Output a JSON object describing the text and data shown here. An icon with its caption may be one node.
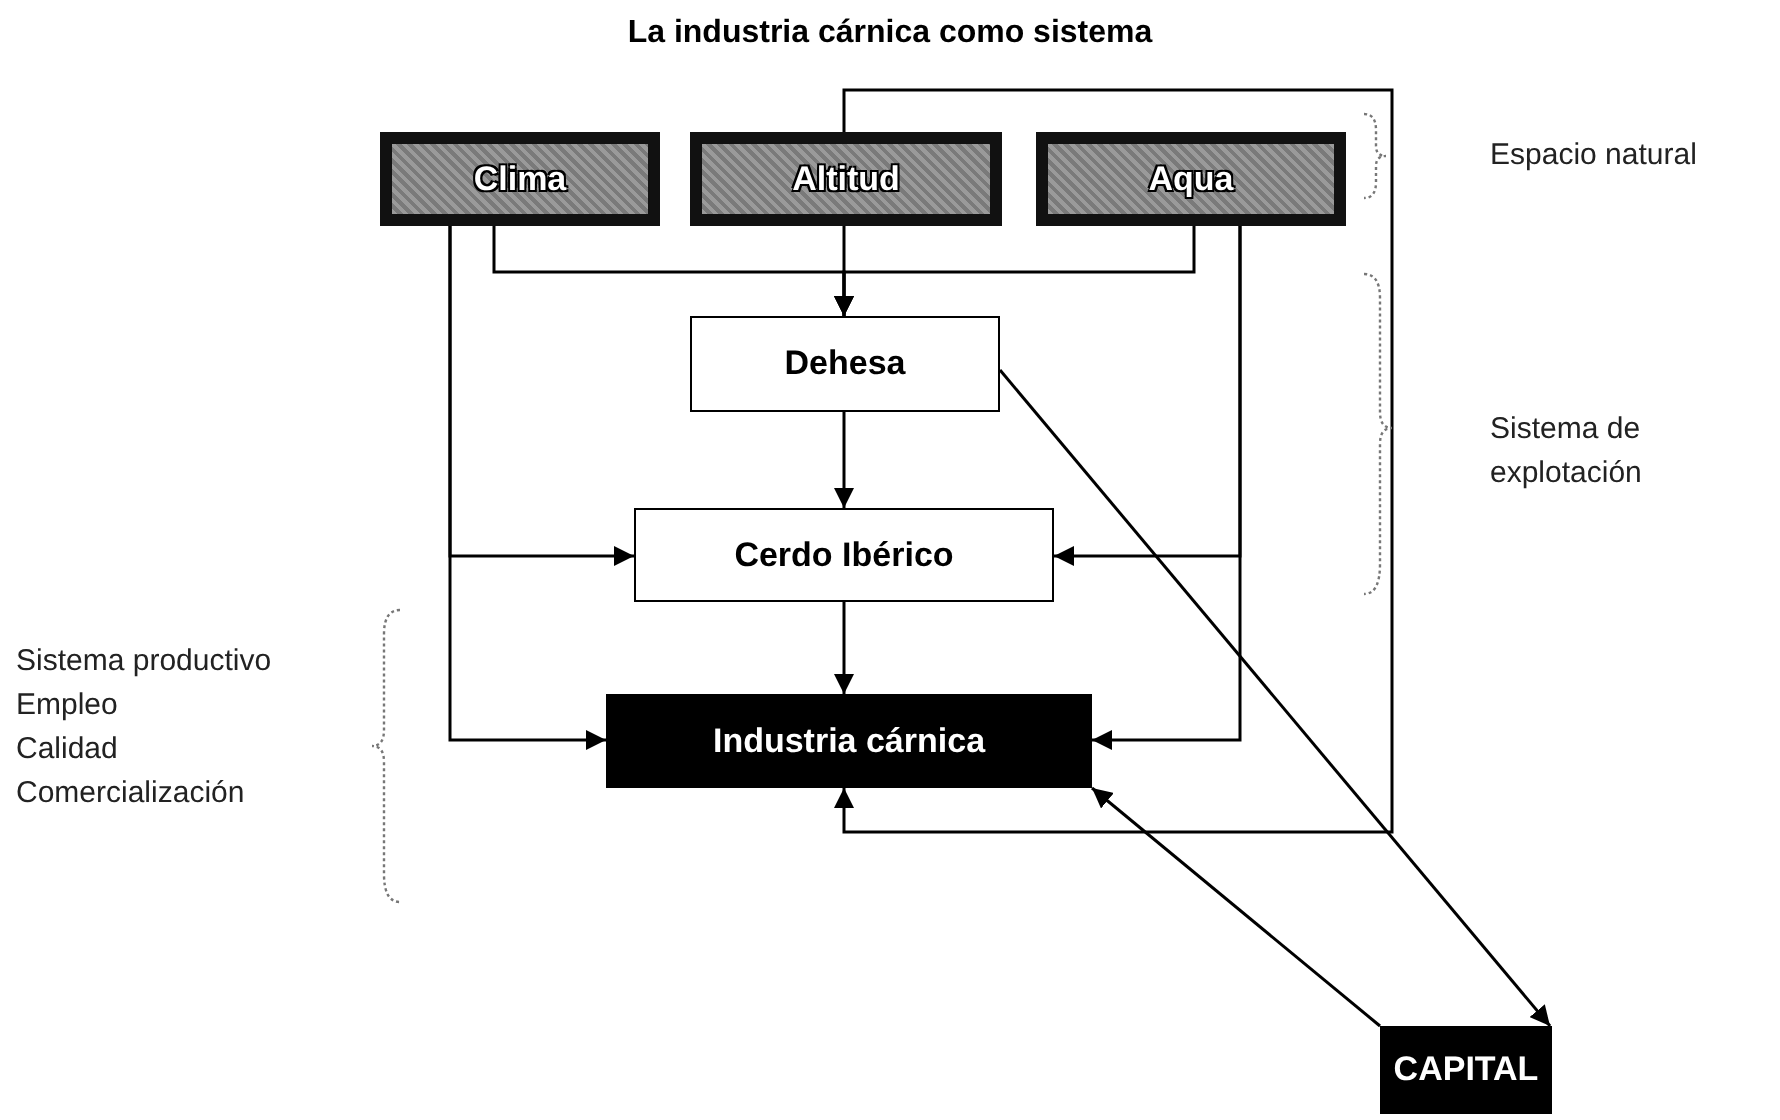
{
  "diagram": {
    "title": "La industria cárnica como sistema",
    "nodes": [
      {
        "text": [
          "Clima"
        ]
      },
      {
        "text": [
          "Altitud"
        ]
      },
      {
        "text": [
          "Aqua"
        ]
      },
      {
        "text": [
          "Dehesa"
        ]
      },
      {
        "text": [
          "Cerdo Ibérico"
        ]
      },
      {
        "text": [
          "Industria cárnica"
        ]
      },
      {
        "text": [
          "CAPITAL"
        ]
      }
    ],
    "edges": [
      {
        "from": 0,
        "to": 3,
        "arrow": "to"
      },
      {
        "from": 1,
        "to": 3,
        "arrow": "to"
      },
      {
        "from": 2,
        "to": 3,
        "arrow": "to"
      },
      {
        "from": 0,
        "to": 4,
        "arrow": "to"
      },
      {
        "from": 0,
        "to": 5,
        "arrow": "to"
      },
      {
        "from": 2,
        "to": 4,
        "arrow": "to"
      },
      {
        "from": 2,
        "to": 5,
        "arrow": "to"
      },
      {
        "from": 3,
        "to": 4,
        "arrow": "to"
      },
      {
        "from": 4,
        "to": 5,
        "arrow": "to"
      },
      {
        "from": 1,
        "to": 5,
        "arrow": "to"
      },
      {
        "from": 3,
        "to": 6,
        "arrow": "to"
      },
      {
        "from": 6,
        "to": 5,
        "arrow": "to"
      }
    ],
    "labels": [
      "Espacio natural",
      "Sistema de explotación",
      "Sistema productivo",
      "Empleo",
      "Calidad",
      "Comercialización"
    ]
  }
}
